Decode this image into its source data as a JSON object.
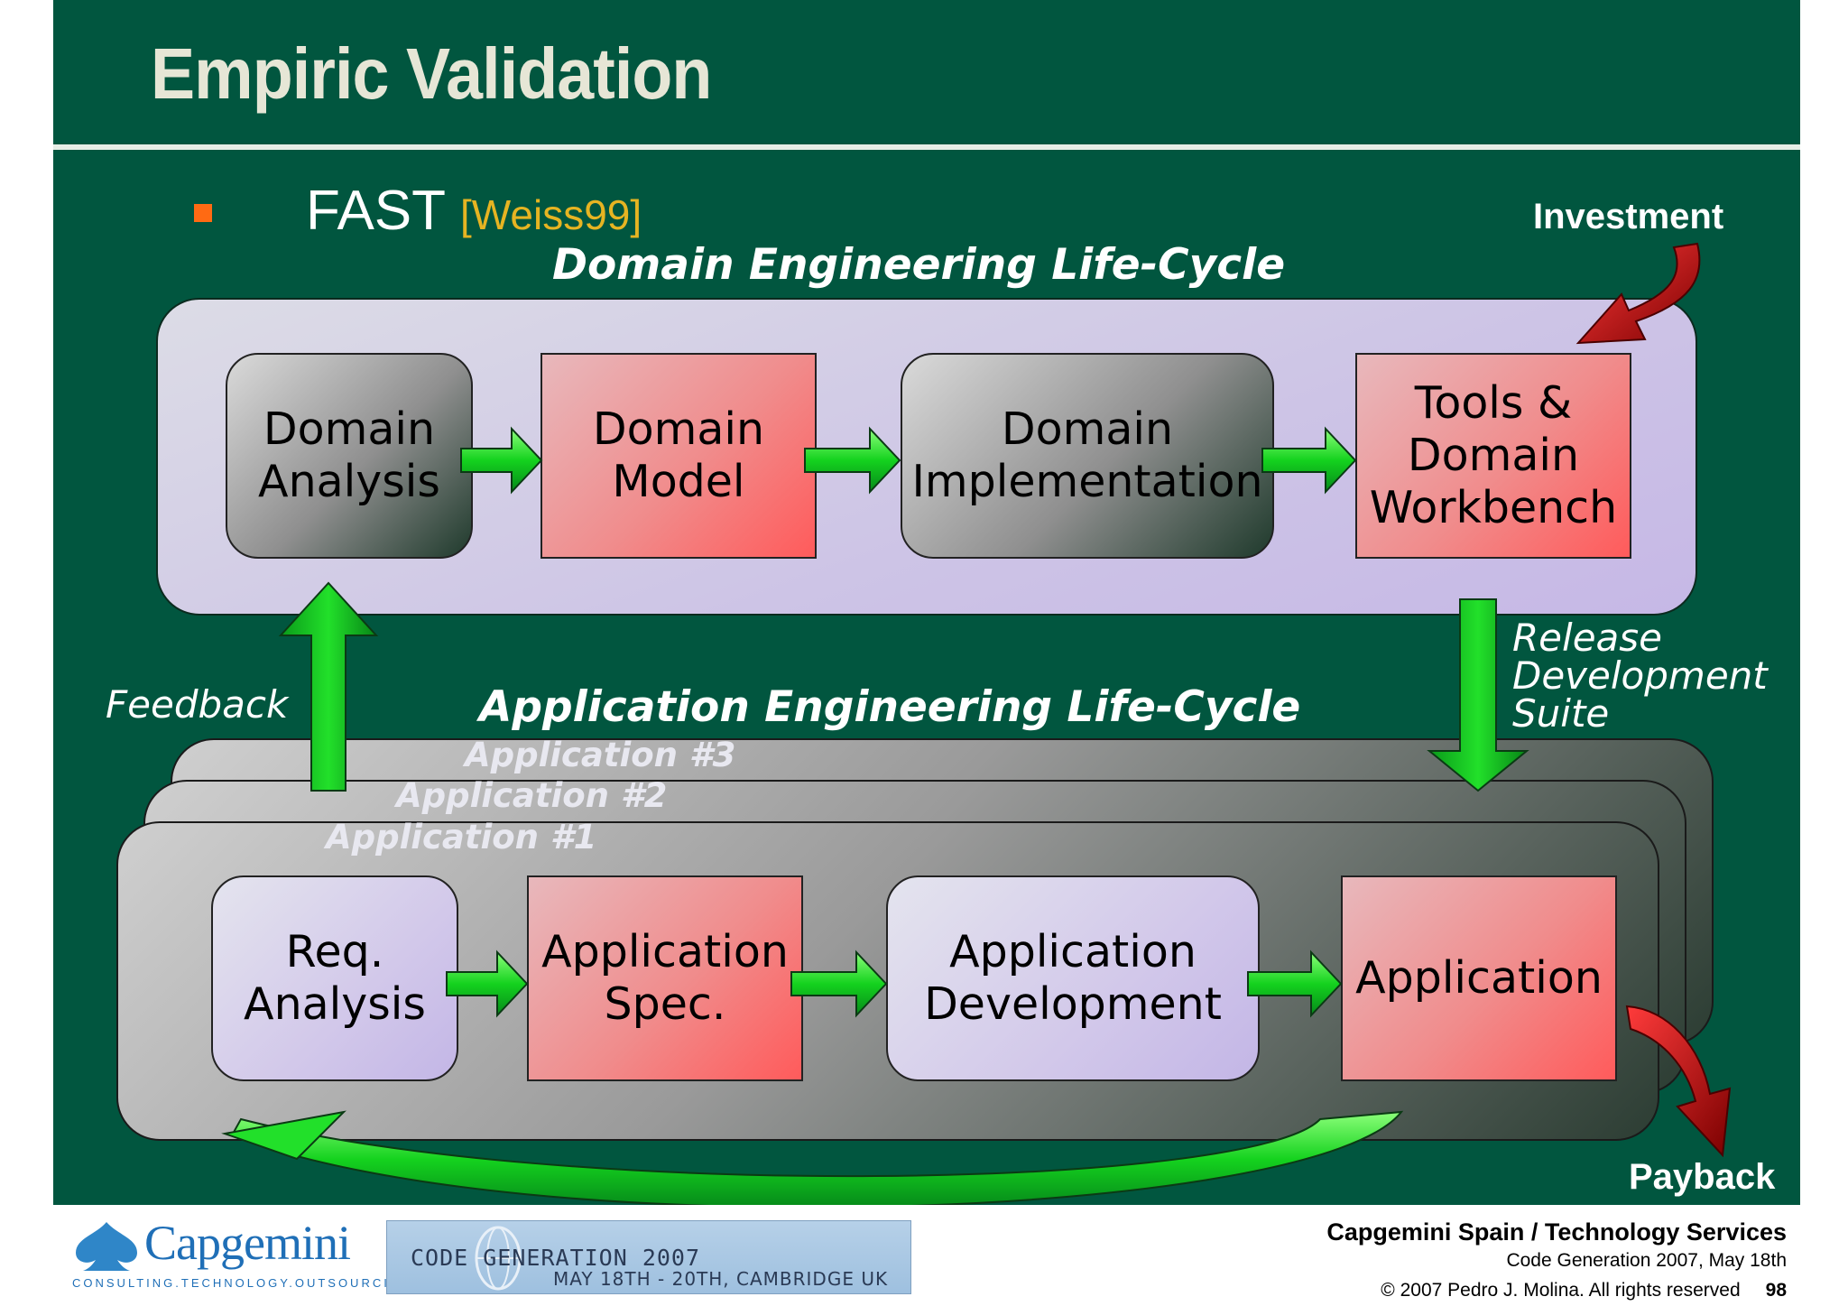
{
  "slide": {
    "title": "Empiric Validation",
    "bullet_text": "FAST",
    "citation": "[Weiss99]"
  },
  "labels": {
    "investment": "Investment",
    "payback": "Payback",
    "feedback": "Feedback",
    "release_line1": "Release",
    "release_line2": "Development",
    "release_line3": "Suite",
    "domain_lifecycle": "Domain Engineering Life-Cycle",
    "application_lifecycle": "Application Engineering Life-Cycle",
    "application_3": "Application #3",
    "application_2": "Application #2",
    "application_1": "Application #1"
  },
  "domain_boxes": [
    {
      "label": "Domain\nAnalysis"
    },
    {
      "label": "Domain\nModel"
    },
    {
      "label": "Domain\nImplementation"
    },
    {
      "label": "Tools &\nDomain\nWorkbench"
    }
  ],
  "application_boxes": [
    {
      "label": "Req.\nAnalysis"
    },
    {
      "label": "Application\nSpec."
    },
    {
      "label": "Application\nDevelopment"
    },
    {
      "label": "Application"
    }
  ],
  "footer": {
    "org": "Capgemini Spain / Technology Services",
    "event": "Code Generation 2007, May 18th",
    "copyright": "© 2007 Pedro J. Molina. All rights reserved",
    "page": "98"
  },
  "logos": {
    "capgemini_word": "Capgemini",
    "capgemini_tagline": "CONSULTING.TECHNOLOGY.OUTSOURCING",
    "banner_title": "CODE GENERATION 2007",
    "banner_date": "MAY 18TH - 20TH, CAMBRIDGE UK"
  },
  "colors": {
    "slide_bg": "#01563f",
    "flow_arrow": "#10c020",
    "investment_arrow": "#cc1010",
    "citation": "#e6b422",
    "bullet": "#ff6a13"
  }
}
